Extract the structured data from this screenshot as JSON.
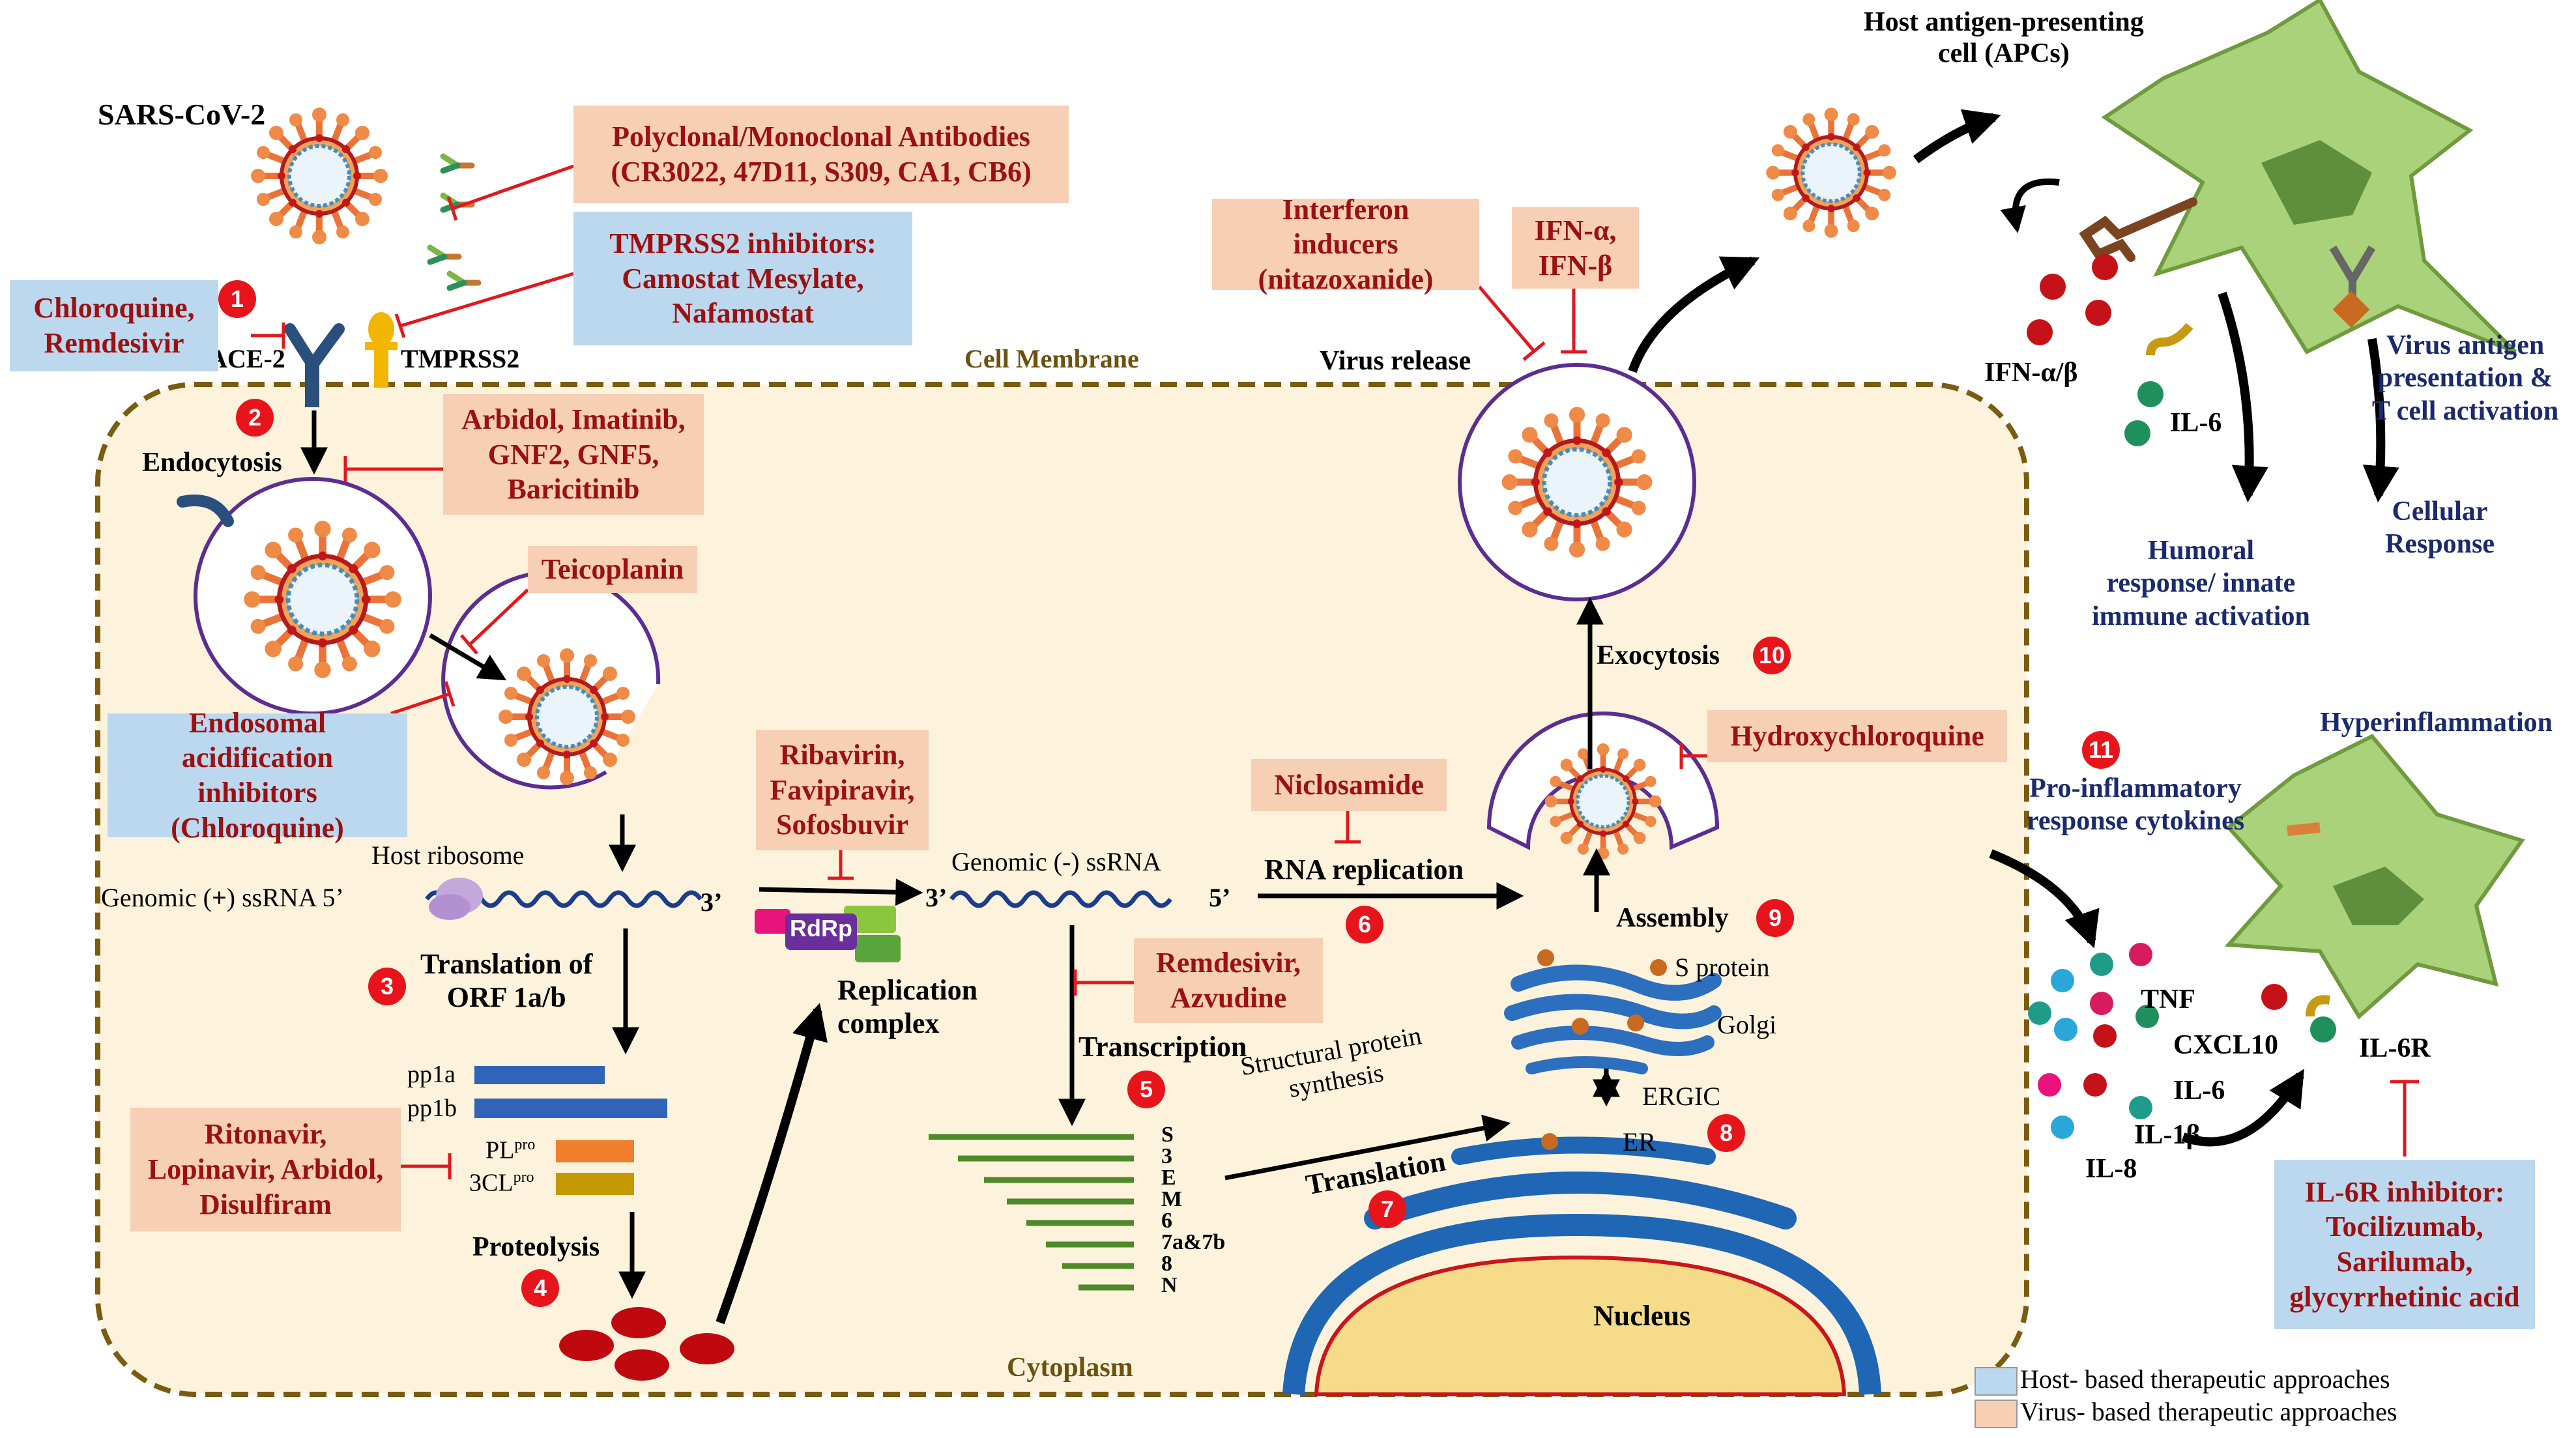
{
  "title": "SARS-CoV-2",
  "labels": {
    "ace2": "ACE-2",
    "tmprss2": "TMPRSS2",
    "cell_membrane": "Cell Membrane",
    "endocytosis": "Endocytosis",
    "host_ribosome": "Host ribosome",
    "genomic_plus_prefix": "Genomic (",
    "genomic_plus_sign": "+",
    "genomic_plus_suffix": ") ssRNA  5’",
    "three_prime_a": "3’",
    "translation_orf": "Translation of\nORF 1a/b",
    "pp1a": "pp1a",
    "pp1b": "pp1b",
    "plpro_base": "PL",
    "plpro_sup": "pro",
    "clpro_base": "3CL",
    "clpro_sup": "pro",
    "proteolysis": "Proteolysis",
    "rdrp": "RdRp",
    "replication_complex": "Replication\ncomplex",
    "genomic_minus": "Genomic (-) ssRNA",
    "three_prime_b": "3’",
    "five_prime_b": "5’",
    "transcription": "Transcription",
    "rna_replication": "RNA replication",
    "structural_protein": "Structural protein\nsynthesis",
    "translation": "Translation",
    "cytoplasm": "Cytoplasm",
    "nucleus": "Nucleus",
    "er": "ER",
    "ergic": "ERGIC",
    "golgi": "Golgi",
    "s_protein": "S protein",
    "assembly": "Assembly",
    "exocytosis": "Exocytosis",
    "virus_release": "Virus release",
    "host_apc": "Host antigen-presenting\ncell (APCs)",
    "ifn_ab": "IFN-α/β",
    "il6_a": "IL-6",
    "virus_antigen": "Virus antigen\npresentation &\nT cell activation",
    "humoral": "Humoral\nresponse/ innate\nimmune activation",
    "cellular": "Cellular\nResponse",
    "hyperinflammation": "Hyperinflammation",
    "pro_inflammatory": "Pro-inflammatory\nresponse cytokines",
    "tnf": "TNF",
    "cxcl10": "CXCL10",
    "il6_b": "IL-6",
    "il1b": "IL-1β",
    "il8": "IL-8",
    "il6r": "IL-6R"
  },
  "subgenomic_rnas": [
    "S",
    "3",
    "E",
    "M",
    "6",
    "7a&7b",
    "8",
    "N"
  ],
  "steps": [
    "1",
    "2",
    "3",
    "4",
    "5",
    "6",
    "7",
    "8",
    "9",
    "10",
    "11"
  ],
  "drugs": {
    "antibodies": "Polyclonal/Monoclonal Antibodies\n(CR3022, 47D11, S309, CA1, CB6)",
    "tmprss2_inhibitors": "TMPRSS2 inhibitors:\nCamostat Mesylate,\nNafamostat",
    "chloroquine_remdesivir": "Chloroquine,\nRemdesivir",
    "arbidol_group": "Arbidol, Imatinib,\nGNF2, GNF5,\nBaricitinib",
    "teicoplanin": "Teicoplanin",
    "endosomal": "Endosomal acidification\ninhibitors\n(Chloroquine)",
    "ribavirin": "Ribavirin,\nFavipiravir,\nSofosbuvir",
    "remdesivir_azvudine": "Remdesivir,\nAzvudine",
    "ritonavir": "Ritonavir,\nLopinavir, Arbidol,\nDisulfiram",
    "niclosamide": "Niclosamide",
    "hydroxychloroquine": "Hydroxychloroquine",
    "interferon_inducers": "Interferon inducers\n(nitazoxanide)",
    "ifn": "IFN-α,\nIFN-β",
    "il6r_inhibitor": "IL-6R inhibitor:\nTocilizumab,\nSarilumab,\nglycyrrhetinic acid"
  },
  "legend": {
    "host": "Host- based therapeutic approaches",
    "virus": "Virus- based therapeutic approaches"
  },
  "colors": {
    "host_box": "#bcd8ee",
    "virus_box": "#f6cfb4",
    "drug_text": "#9b1111",
    "inhibitor_line": "#e0191f",
    "membrane": "#7a5c10",
    "cytoplasm": "#fdf3dc",
    "apc_cell": "#a9d27a",
    "rna": "#1c3d8a",
    "step_badge": "#e8141b",
    "immune_text": "#1a2a6c"
  }
}
